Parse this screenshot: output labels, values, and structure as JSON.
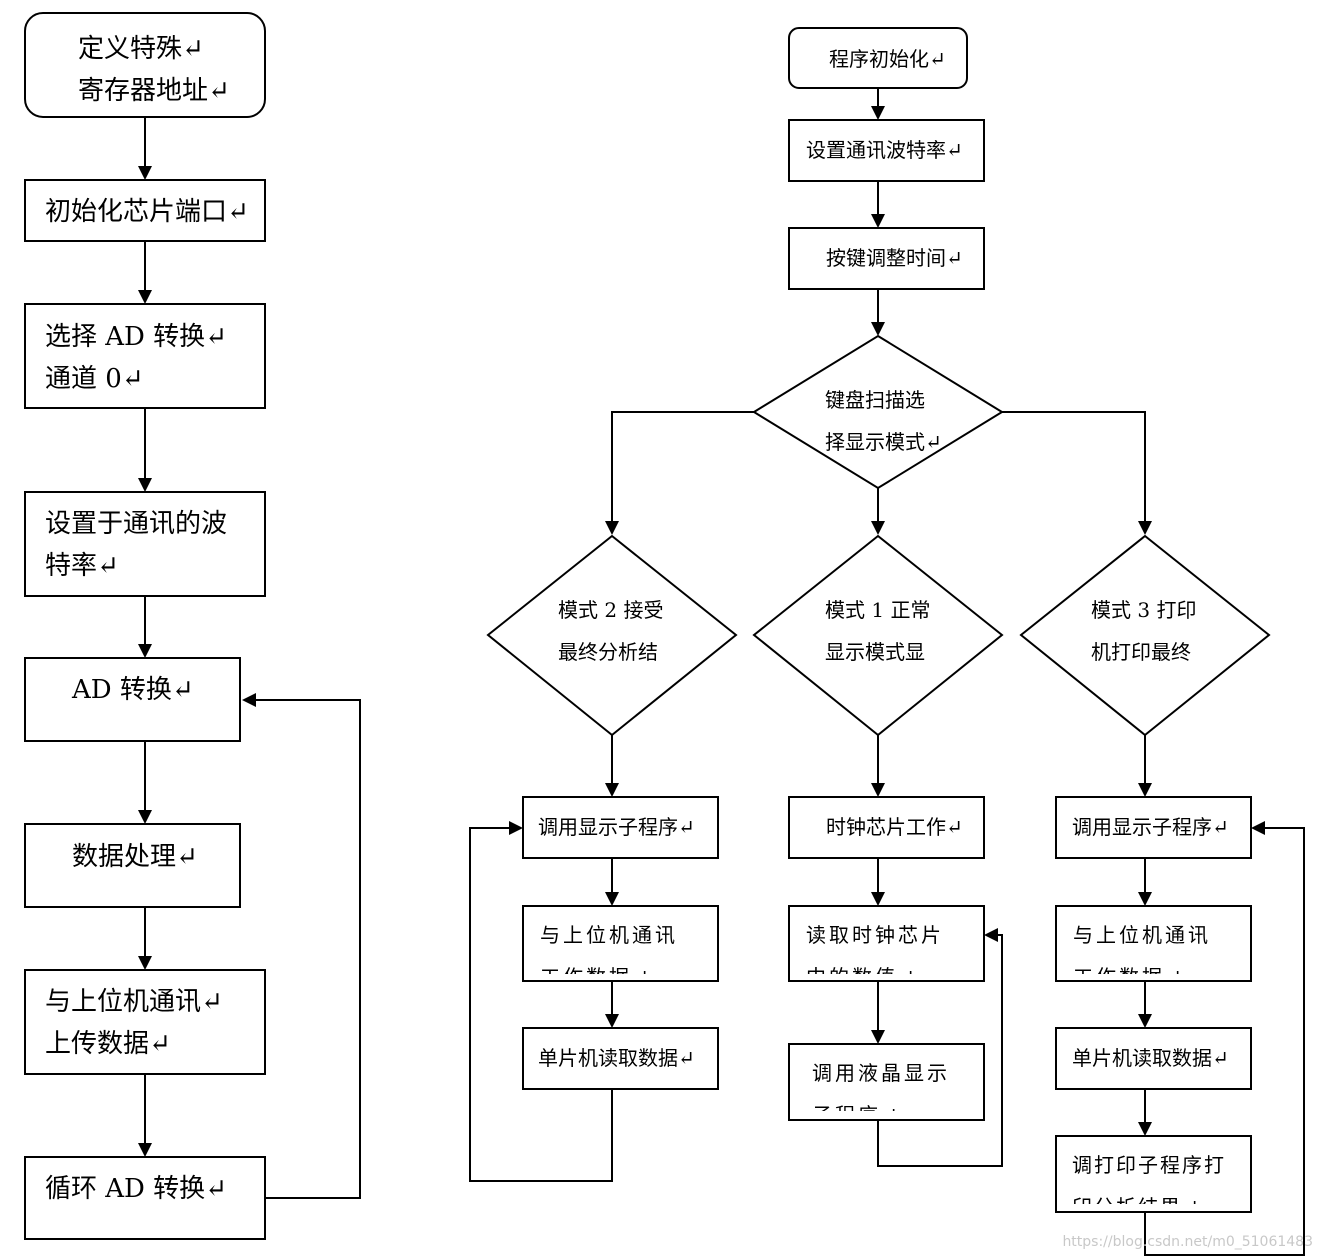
{
  "left_flow": {
    "define_registers": "定义特殊↵\n寄存器地址↵",
    "init_ports": "初始化芯片端口↵",
    "select_ad": "选择 AD 转换↵\n通道 0↵",
    "set_baud": "设置于通讯的波\n特率↵",
    "ad_convert": "AD 转换↵",
    "process_data": "数据处理↵",
    "upload": "与上位机通讯↵\n上传数据↵",
    "loop_ad": "循环 AD 转换↵"
  },
  "right_flow": {
    "init": "程序初始化↵",
    "baud": "设置通讯波特率↵",
    "key_adjust": "按键调整时间↵",
    "scan": "键盘扫描选\n择显示模式↵",
    "mode2": "模式 2 接受\n最终分析结",
    "mode1": "模式 1 正常\n显示模式显",
    "mode3": "模式 3 打印\n机打印最终",
    "m2_display": "调用显示子程序↵",
    "m2_comm": "与上位机通讯\n工作数据↵",
    "m2_read": "单片机读取数据↵",
    "m1_clock": "时钟芯片工作↵",
    "m1_read_clock": "读取时钟芯片\n中的数值↵",
    "m1_lcd": "调用液晶显示\n子程序↵",
    "m3_display": "调用显示子程序↵",
    "m3_comm": "与上位机通讯\n工作数据↵",
    "m3_read": "单片机读取数据↵",
    "m3_print": "调打印子程序打\n印分析结果↵"
  },
  "watermark": "https://blog.csdn.net/m0_51061483"
}
